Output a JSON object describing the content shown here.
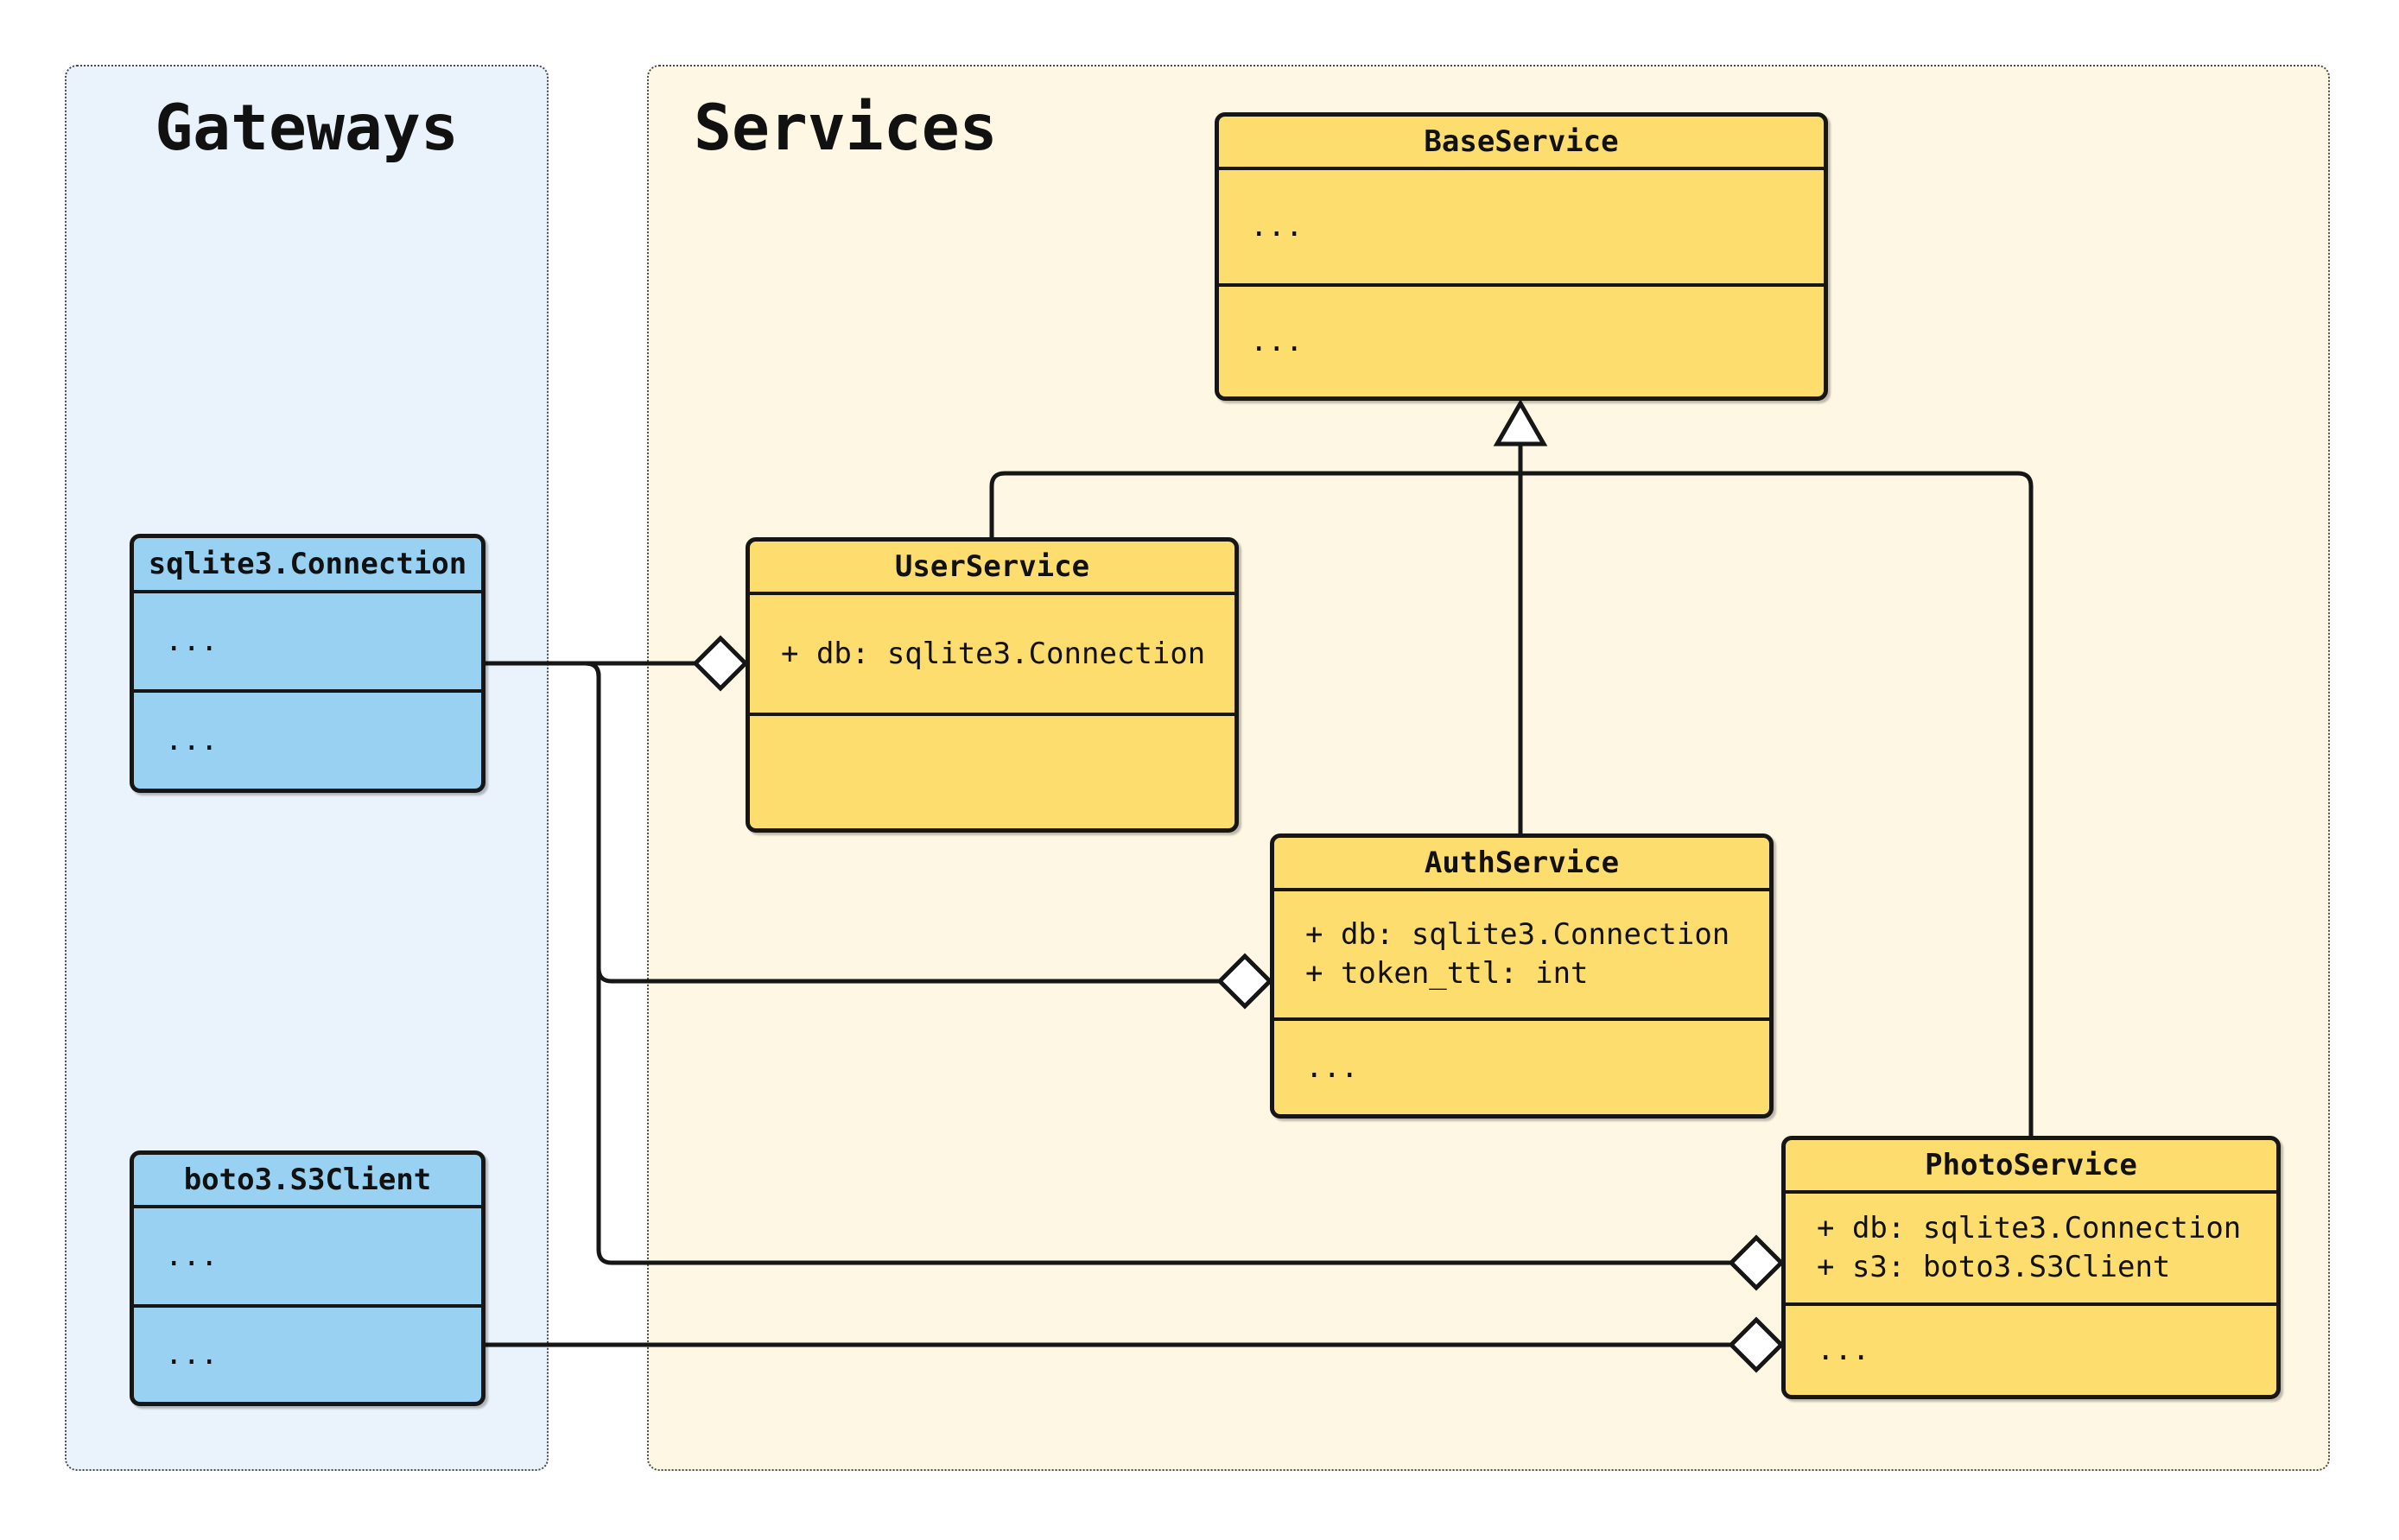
{
  "diagram": {
    "type": "uml-class-diagram",
    "groups": [
      {
        "id": "gateways",
        "label": "Gateways"
      },
      {
        "id": "services",
        "label": "Services"
      }
    ],
    "classes": {
      "sqlite3_connection": {
        "group": "gateways",
        "name": "sqlite3.Connection",
        "attributes": [
          "..."
        ],
        "methods": [
          "..."
        ]
      },
      "boto3_s3client": {
        "group": "gateways",
        "name": "boto3.S3Client",
        "attributes": [
          "..."
        ],
        "methods": [
          "..."
        ]
      },
      "base_service": {
        "group": "services",
        "name": "BaseService",
        "attributes": [
          "..."
        ],
        "methods": [
          "..."
        ]
      },
      "user_service": {
        "group": "services",
        "name": "UserService",
        "attributes": [
          "+ db: sqlite3.Connection"
        ],
        "methods": []
      },
      "auth_service": {
        "group": "services",
        "name": "AuthService",
        "attributes": [
          "+ db: sqlite3.Connection",
          "+ token_ttl: int"
        ],
        "methods": [
          "..."
        ]
      },
      "photo_service": {
        "group": "services",
        "name": "PhotoService",
        "attributes": [
          "+ db: sqlite3.Connection",
          "+ s3: boto3.S3Client"
        ],
        "methods": [
          "..."
        ]
      }
    },
    "relationships": [
      {
        "from": "sqlite3.Connection",
        "to": "UserService",
        "type": "aggregation"
      },
      {
        "from": "sqlite3.Connection",
        "to": "AuthService",
        "type": "aggregation"
      },
      {
        "from": "sqlite3.Connection",
        "to": "PhotoService",
        "type": "aggregation"
      },
      {
        "from": "boto3.S3Client",
        "to": "PhotoService",
        "type": "aggregation"
      },
      {
        "from": "UserService",
        "to": "BaseService",
        "type": "inheritance"
      },
      {
        "from": "AuthService",
        "to": "BaseService",
        "type": "inheritance"
      },
      {
        "from": "PhotoService",
        "to": "BaseService",
        "type": "inheritance"
      }
    ],
    "colors": {
      "gateway_panel_bg": "#EAF2FB",
      "services_panel_bg": "#FDF7E3",
      "gateway_node_fill": "#99D1F2",
      "service_node_fill": "#FDDD6E",
      "line": "#161616",
      "text": "#111111"
    }
  }
}
